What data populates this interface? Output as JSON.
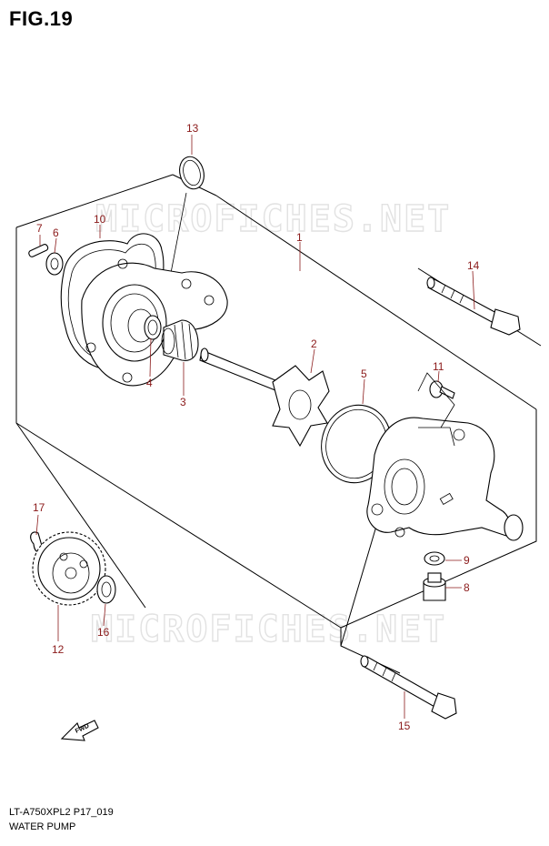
{
  "figure_title": "FIG.19",
  "watermark": "MICROFICHES.NET",
  "callouts": [
    "1",
    "2",
    "3",
    "4",
    "5",
    "6",
    "7",
    "8",
    "9",
    "10",
    "11",
    "12",
    "13",
    "14",
    "15",
    "16",
    "17"
  ],
  "footer": {
    "model_code": "LT-A750XPL2 P17_019",
    "caption": "WATER PUMP"
  },
  "fwd_label": "FWD",
  "colors": {
    "callout": "#8b1a1a",
    "linework": "#000000",
    "watermark": "#e2e2e2"
  }
}
